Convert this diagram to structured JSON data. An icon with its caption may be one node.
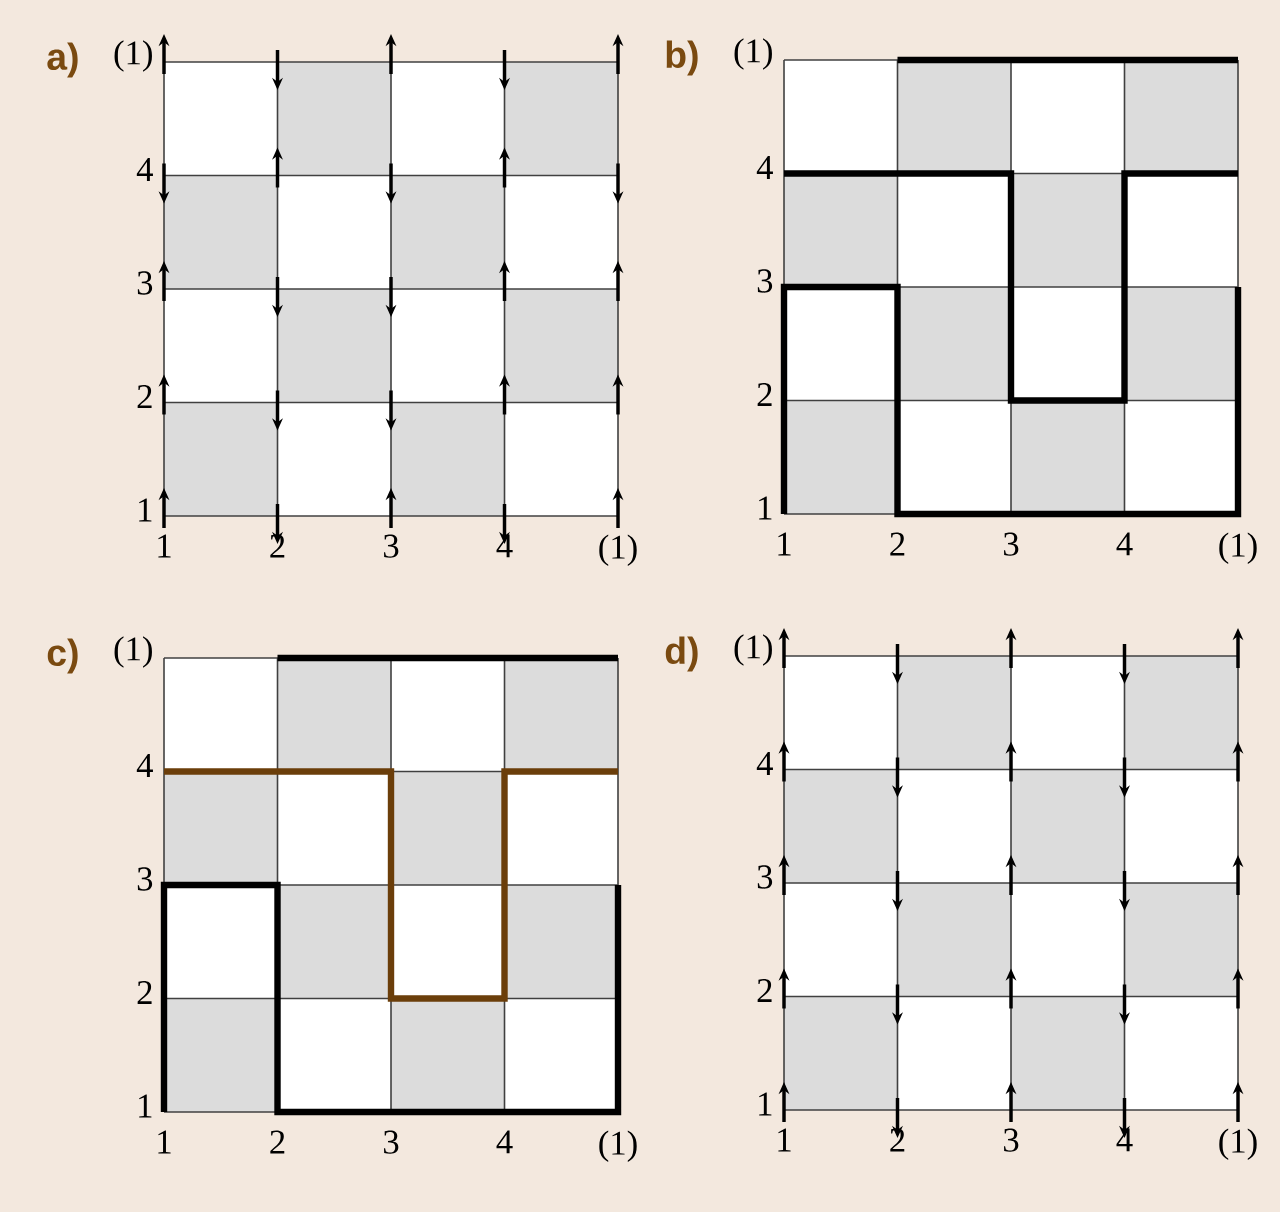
{
  "diagram": {
    "labels": [
      "a)",
      "(1)",
      "4",
      "3",
      "2",
      "1",
      "1",
      "2",
      "3",
      "4",
      "(1)",
      "b)",
      "(1)",
      "4",
      "3",
      "2",
      "1",
      "1",
      "2",
      "3",
      "4",
      "(1)",
      "c)",
      "(1)",
      "4",
      "3",
      "2",
      "1",
      "1",
      "2",
      "3",
      "4",
      "(1)",
      "d)",
      "(1)",
      "4",
      "3",
      "2",
      "1",
      "1",
      "2",
      "3",
      "4",
      "(1)"
    ]
  }
}
